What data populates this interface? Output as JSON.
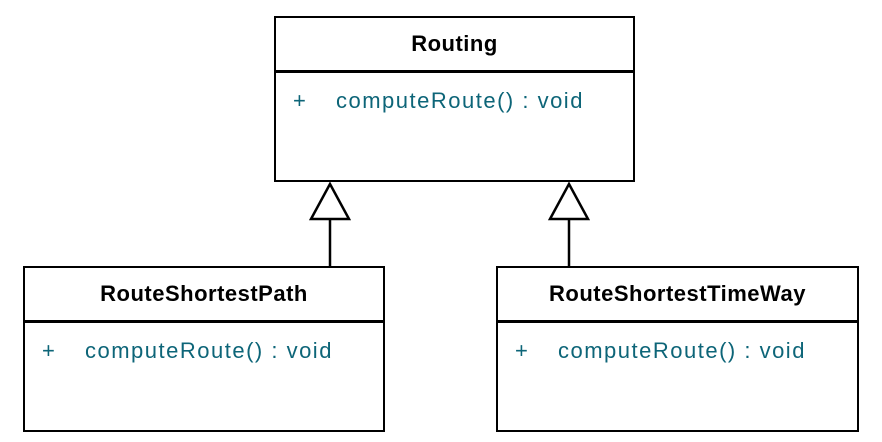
{
  "diagram": {
    "type": "uml-class-diagram",
    "classes": [
      {
        "name": "Routing",
        "methods": [
          {
            "visibility": "+",
            "signature": "computeRoute() : void"
          }
        ]
      },
      {
        "name": "RouteShortestPath",
        "methods": [
          {
            "visibility": "+",
            "signature": "computeRoute() : void"
          }
        ]
      },
      {
        "name": "RouteShortestTimeWay",
        "methods": [
          {
            "visibility": "+",
            "signature": "computeRoute() : void"
          }
        ]
      }
    ],
    "relationships": [
      {
        "type": "generalization",
        "from": "RouteShortestPath",
        "to": "Routing"
      },
      {
        "type": "generalization",
        "from": "RouteShortestTimeWay",
        "to": "Routing"
      }
    ],
    "colors": {
      "border": "#000000",
      "class_name_text": "#000000",
      "member_text": "#0d6578",
      "background": "#ffffff"
    }
  }
}
